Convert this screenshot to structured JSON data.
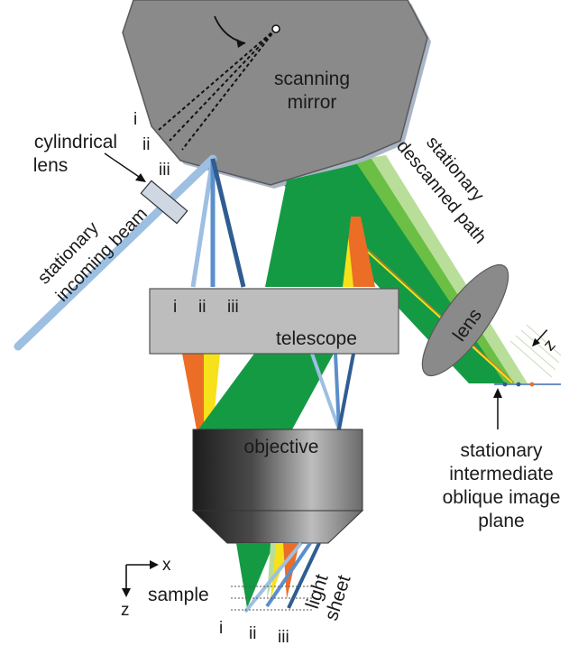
{
  "labels": {
    "mirror_line1": "scanning",
    "mirror_line2": "mirror",
    "cyl_line1": "cylindrical",
    "cyl_line2": "lens",
    "incoming_line1": "stationary",
    "incoming_line2": "incoming beam",
    "descanned_line1": "stationary",
    "descanned_line2": "descanned path",
    "telescope": "telescope",
    "lens": "lens",
    "objective": "objective",
    "sample": "sample",
    "light_line1": "light",
    "light_line2": "sheet",
    "plane_line1": "stationary",
    "plane_line2": "intermediate",
    "plane_line3": "oblique image",
    "plane_line4": "plane",
    "axis_x": "x",
    "axis_z": "z",
    "axis_z_small": "z"
  },
  "positions": {
    "i": "i",
    "ii": "ii",
    "iii": "iii"
  },
  "colors": {
    "beam_light_blue": "#9dbfe2",
    "beam_mid_blue": "#5b8fcb",
    "beam_dark_blue": "#2f5d91",
    "green_dark": "#159a44",
    "green_mid": "#6cbf45",
    "green_light": "#b9de9a",
    "yellow": "#f7e11a",
    "orange": "#ec6d25",
    "mirror_gray": "#8a8a8a",
    "panel_gray": "#bdbdbd"
  }
}
